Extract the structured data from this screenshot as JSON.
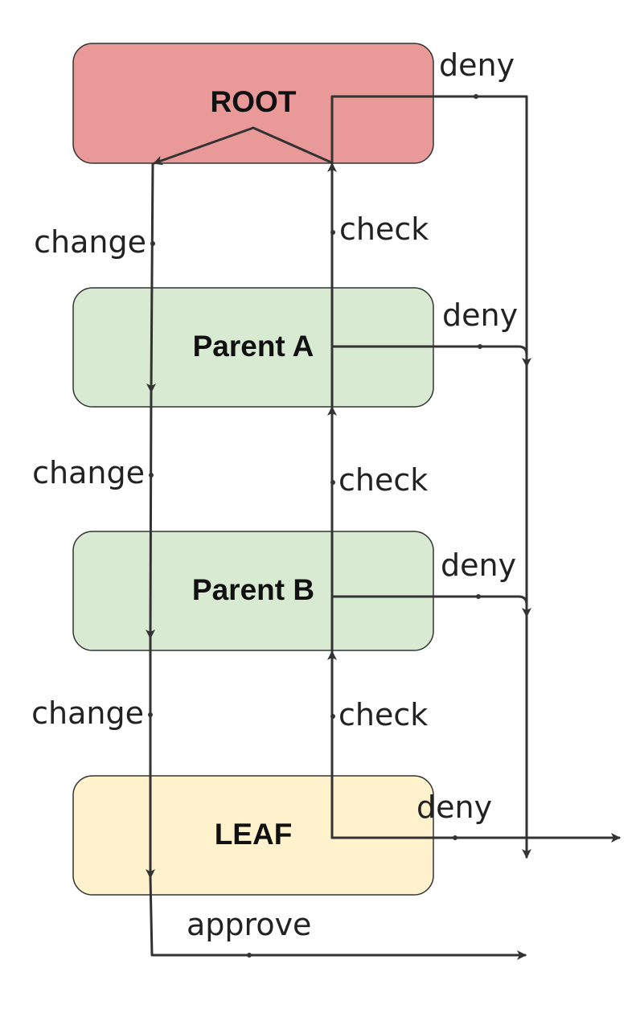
{
  "nodes": {
    "root": {
      "label": "ROOT",
      "fill": "#ea9999"
    },
    "parent_a": {
      "label": "Parent A",
      "fill": "#d9ead3"
    },
    "parent_b": {
      "label": "Parent B",
      "fill": "#d9ead3"
    },
    "leaf": {
      "label": "LEAF",
      "fill": "#fff2cc"
    }
  },
  "edge_labels": {
    "deny": "deny",
    "change": "change",
    "check": "check",
    "approve": "approve"
  },
  "colors": {
    "line": "#333333"
  }
}
